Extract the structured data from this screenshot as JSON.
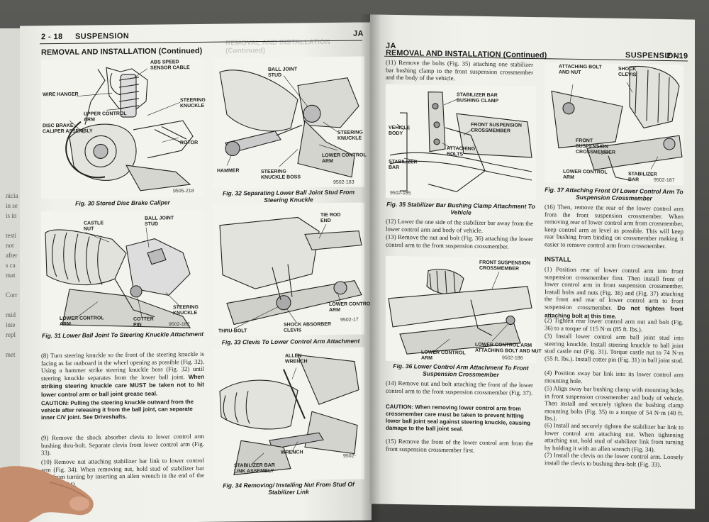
{
  "underpage": [
    "nicia",
    "in se",
    "is in",
    "",
    "testi",
    "not",
    "after",
    "s ca",
    "mat",
    "",
    "Corr",
    "",
    "mid",
    "inte",
    "repl",
    "",
    "met"
  ],
  "left": {
    "header_page": "2 - 18",
    "header_section": "SUSPENSION",
    "header_right": "JA",
    "section_title": "REMOVAL AND INSTALLATION (Continued)",
    "ghost_title": "REMOVAL AND INSTALLATION (Continued)",
    "fig30": {
      "callouts": [
        "ABS SPEED\nSENSOR CABLE",
        "WIRE HANGER",
        "UPPER CONTROL\nARM",
        "STEERING\nKNUCKLE",
        "DISC BRAKE\nCALIPER ASSEMBLY",
        "ROTOR"
      ],
      "code": "9505-218",
      "caption": "Fig. 30 Stored Disc Brake Caliper"
    },
    "fig31": {
      "callouts": [
        "CASTLE\nNUT",
        "BALL JOINT\nSTUD",
        "STEERING\nKNUCKLE",
        "LOWER CONTROL\nARM",
        "COTTER\nPIN"
      ],
      "code": "9502-182",
      "caption": "Fig. 31 Lower Ball Joint To Steering Knuckle\nAttachment"
    },
    "fig32": {
      "callouts": [
        "BALL JOINT\nSTUD",
        "STEERING\nKNUCKLE",
        "HAMMER",
        "LOWER CONTROL\nARM",
        "STEERING\nKNUCKLE BOSS"
      ],
      "code": "9502-183",
      "caption": "Fig. 32 Separating Lower Ball Joint Stud From\nSteering Knuckle"
    },
    "fig33": {
      "callouts": [
        "TIE ROD\nEND",
        "LOWER CONTROL\nARM",
        "THRU-BOLT",
        "SHOCK ABSORBER\nCLEVIS"
      ],
      "code": "9502-17",
      "caption": "Fig. 33 Clevis To Lower Control Arm Attachment"
    },
    "fig34": {
      "callouts": [
        "ALLEN\nWRENCH",
        "WRENCH",
        "STABILIZER BAR\nLINK ASSEMBLY"
      ],
      "code": "9502-",
      "caption": "Fig. 34 Removing/ Installing Nut From Stud Of\nStabilizer Link"
    },
    "para8": "(8) Turn steering knuckle so the front of the steering knuckle is facing as far outboard in the wheel opening as possible (Fig. 32). Using a hammer strike steering knuckle boss (Fig. 32) until steering knuckle separates from the lower ball joint.",
    "para8_bold": "When striking steering knuckle care MUST be taken not to hit lower control arm or ball joint grease seal.",
    "caution1": "CAUTION: Pulling the steering knuckle outward from the vehicle after releasing it from the ball joint, can separate inner C/V joint. See Driveshafts.",
    "para9": "(9) Remove the shock absorber clevis to lower control arm bushing thru-bolt. Separate clevis from lower control arm (Fig. 33).",
    "para10": "(10) Remove nut attaching stabilizer bar link to lower control arm (Fig. 34). When removing nut, hold stud of stabilizer bar link from turning by inserting an allen wrench in the end of the stud (Fig. 34)."
  },
  "right": {
    "header_left": "JA",
    "header_section": "SUSPENSION",
    "header_page": "2 - 19",
    "section_title": "REMOVAL AND INSTALLATION (Continued)",
    "para11": "(11) Remove the bolts (Fig. 35) attaching one stabilizer bar bushing clamp to the front suspension crossmember and the body of the vehicle.",
    "fig35": {
      "callouts": [
        "STABILIZER BAR\nBUSHING CLAMP",
        "VEHICLE\nBODY",
        "FRONT SUSPENSION\nCROSSMEMBER",
        "STABILIZER\nBAR",
        "ATTACHING\nBOLTS"
      ],
      "code": "9502-185",
      "caption": "Fig. 35 Stabilizer Bar Bushing Clamp Attachment To\nVehicle"
    },
    "para12": "(12) Lower the one side of the stabilizer bar away from the lower control arm and body of vehicle.",
    "para13": "(13) Remove the nut and bolt (Fig. 36) attaching the lower control arm to the front suspension crossmember.",
    "fig36": {
      "callouts": [
        "FRONT SUSPENSION\nCROSSMEMBER",
        "LOWER CONTROL ARM\nATTACHING BOLT AND NUT",
        "LOWER CONTROL\nARM"
      ],
      "code": "9502-186",
      "caption": "Fig. 36 Lower Control Arm Attachment To Front\nSuspension Crossmember"
    },
    "para14": "(14) Remove nut and bolt attaching the front of the lower control arm to the front suspension crossmember (Fig. 37).",
    "caution2": "CAUTION: When removing lower control arm from crossmember care must be taken to prevent hitting lower ball joint seal against steering knuckle, causing damage to the ball joint seal.",
    "para15": "(15) Remove the front of the lower control arm from the front suspension crossmember first.",
    "fig37": {
      "callouts": [
        "ATTACHING BOLT\nAND NUT",
        "SHOCK\nCLEVIS",
        "FRONT\nSuspension\nCrossmember",
        "LOWER CONTROL\nARM",
        "STABILIZER\nBAR"
      ],
      "code": "9502-187",
      "caption": "Fig. 37 Attaching Front Of Lower Control Arm To\nSuspension Crossmember"
    },
    "para16": "(16) Then, remove the rear of the lower control arm from the front suspension crossmember. When removing rear of lower control arm from crossmember, keep control arm as level as possible. This will keep rear bushing from binding on crossmember making it easier to remove control arm from crossmember.",
    "install_head": "INSTALL",
    "inst1": "(1) Position rear of lower control arm into front suspension crossmember first. Then install front of lower control arm in front suspension crossmember. Install bolts and nuts (Fig. 36) and (Fig. 37) attaching the front and rear of lower control arm to front suspension crossmember.",
    "inst1_bold": "Do not tighten front attaching bolt at this time.",
    "inst2": "(2) Tighten rear lower control arm nut and bolt (Fig. 36) to a torque of 115 N·m (85 ft. lbs.).",
    "inst3": "(3) Install lower control arm ball joint stud into steering knuckle. Install steering knuckle to ball joint stud castle nut (Fig. 31). Torque castle nut to 74 N·m (55 ft. lbs.). Install cotter pin (Fig. 31) in ball joint stud.",
    "inst4": "(4) Position sway bar link into its lower control arm mounting hole.",
    "inst5": "(5) Align sway bar bushing clamp with mounting holes in front suspension crossmember and body of vehicle. Then install and securely tighten the bushing clamp mounting bolts (Fig. 35) to a torque of 54 N·m (40 ft. lbs.).",
    "inst6": "(6) Install and securely tighten the stabilizer bar link to lower control arm attaching nut. When tightening attaching nut, hold stud of stabilizer link from turning by holding it with an allen wrench (Fig. 34).",
    "inst7": "(7) Install the clevis on the lower control arm. Loosely install the clevis to bushing thru-bolt (Fig. 33)."
  }
}
